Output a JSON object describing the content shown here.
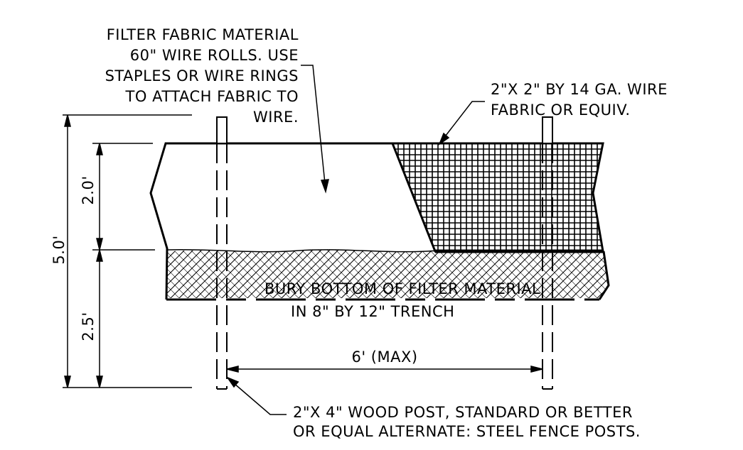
{
  "labels": {
    "filter_fabric": [
      "FILTER FABRIC MATERIAL",
      "60\" WIRE ROLLS. USE",
      "STAPLES OR WIRE RINGS",
      "TO ATTACH FABRIC TO",
      "WIRE."
    ],
    "wire_fabric": [
      "2\"X 2\" BY 14 GA. WIRE",
      "FABRIC OR EQUIV."
    ],
    "bury": [
      "BURY BOTTOM OF FILTER MATERIAL",
      "IN 8\" BY 12\" TRENCH"
    ],
    "post": [
      "2\"X 4\" WOOD POST, STANDARD OR BETTER",
      "OR EQUAL ALTERNATE: STEEL FENCE POSTS."
    ]
  },
  "dimensions": {
    "total_height": "5.0'",
    "upper_height": "2.0'",
    "lower_depth": "2.5'",
    "post_spacing": "6' (MAX)"
  },
  "colors": {
    "ink": "#000000",
    "paper": "#ffffff"
  }
}
